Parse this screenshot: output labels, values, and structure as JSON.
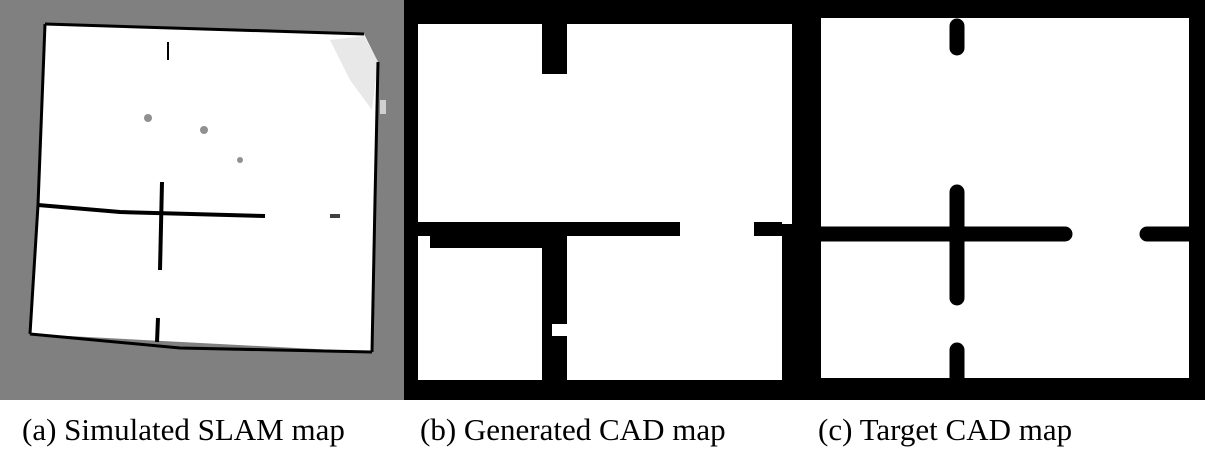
{
  "figure": {
    "panels": [
      {
        "id": "a",
        "caption": "(a) Simulated SLAM map"
      },
      {
        "id": "b",
        "caption": "(b) Generated CAD map"
      },
      {
        "id": "c",
        "caption": "(c) Target CAD map"
      }
    ],
    "colors": {
      "unknown_gray": "#808080",
      "free_white": "#ffffff",
      "wall_black": "#000000"
    }
  }
}
